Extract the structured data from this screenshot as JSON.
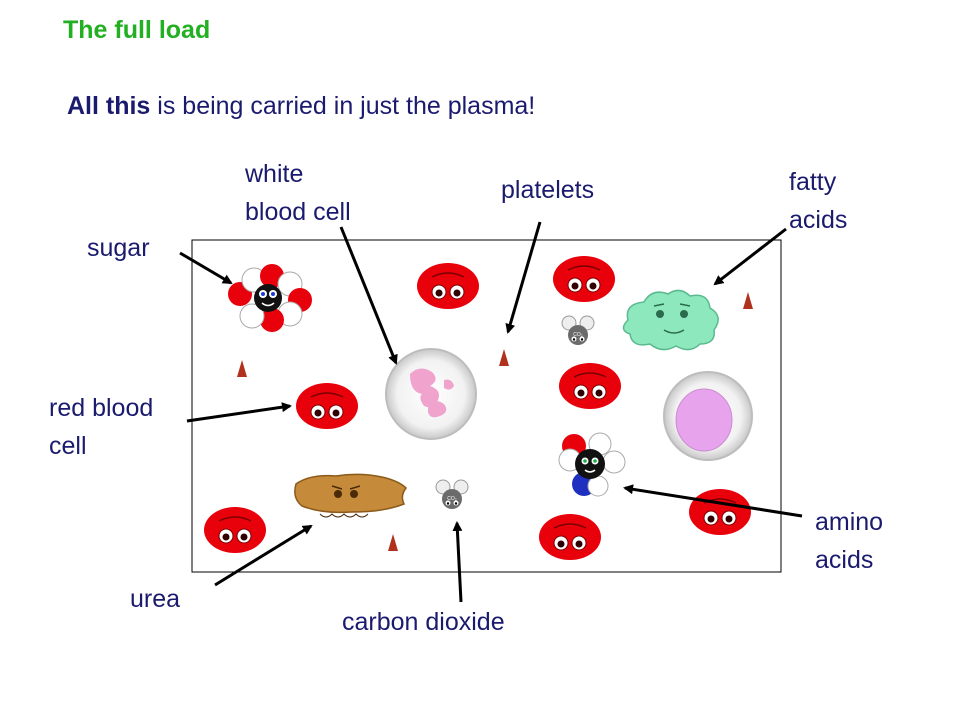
{
  "slide": {
    "title": "The full load",
    "subtitle_bold": "All this",
    "subtitle_rest": " is being carried in just the plasma!"
  },
  "labels": {
    "white_blood_cell_line1": "white",
    "white_blood_cell_line2": "blood cell",
    "platelets": "platelets",
    "fatty_acids_line1": "fatty",
    "fatty_acids_line2": "acids",
    "sugar": "sugar",
    "red_blood_cell_line1": "red blood",
    "red_blood_cell_line2": "cell",
    "amino_acids_line1": "amino",
    "amino_acids_line2": "acids",
    "urea": "urea",
    "carbon_dioxide": "carbon dioxide",
    "co2_icon_text": "CO₂"
  },
  "colors": {
    "title": "#22b022",
    "text": "#1a1a6e",
    "red_cell": "#e8000a",
    "platelet": "#b0321e",
    "fatty_acid": "#8ee8bd",
    "urea": "#c58a3a",
    "wbc_nucleus": "#e7a4ec",
    "co2": "#6b6b6b"
  }
}
